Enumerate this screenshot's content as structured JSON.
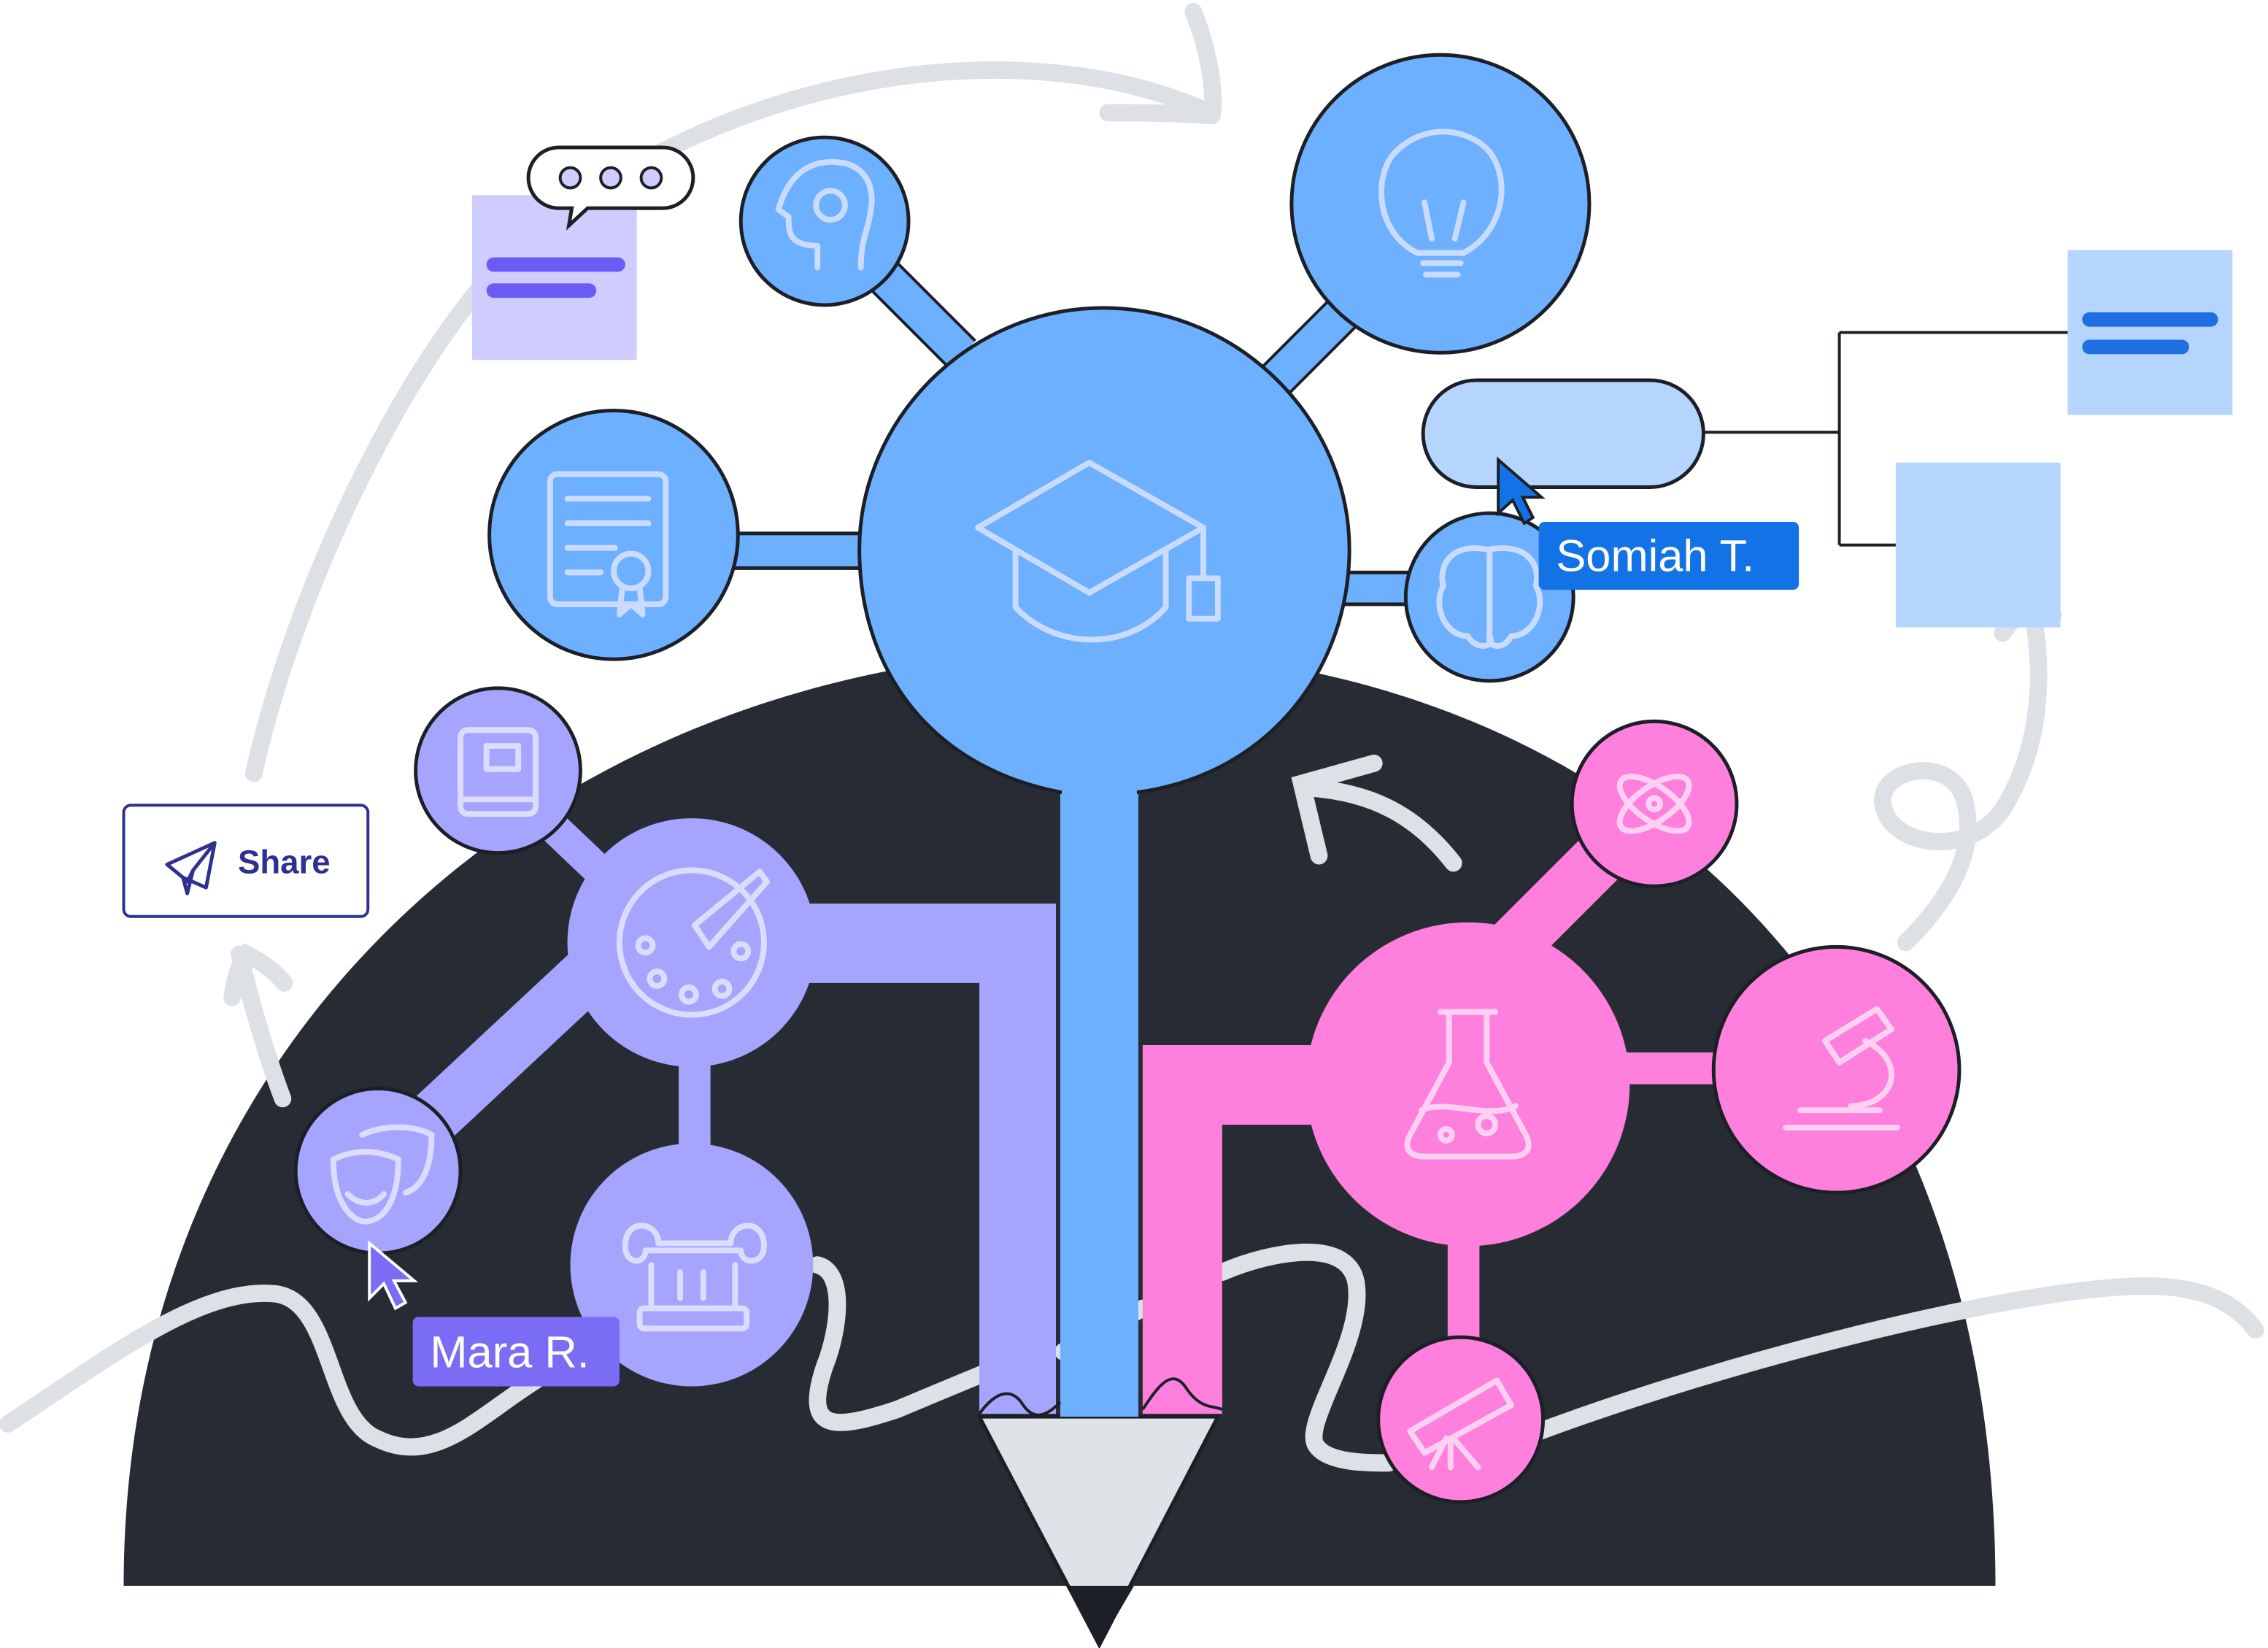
{
  "share_button": {
    "label": "Share",
    "icon": "paper-plane-icon"
  },
  "cursors": [
    {
      "name": "Somiah T.",
      "color": "#1373e6"
    },
    {
      "name": "Mara R.",
      "color": "#7b6cf6"
    }
  ],
  "colors": {
    "dark": "#272b33",
    "blue": "#6cb0ff",
    "light_blue": "#b5d5ff",
    "purple": "#a5a5ff",
    "pink": "#ff80dc",
    "note": "#cfcdff"
  },
  "branches": {
    "center": "graduation-cap-icon",
    "blue": [
      "head-gear-icon",
      "lightbulb-icon",
      "certificate-icon",
      "brain-icon"
    ],
    "purple": [
      "book-icon",
      "palette-icon",
      "theater-masks-icon",
      "column-icon"
    ],
    "pink": [
      "atom-icon",
      "flask-icon",
      "microscope-icon",
      "telescope-icon"
    ]
  }
}
